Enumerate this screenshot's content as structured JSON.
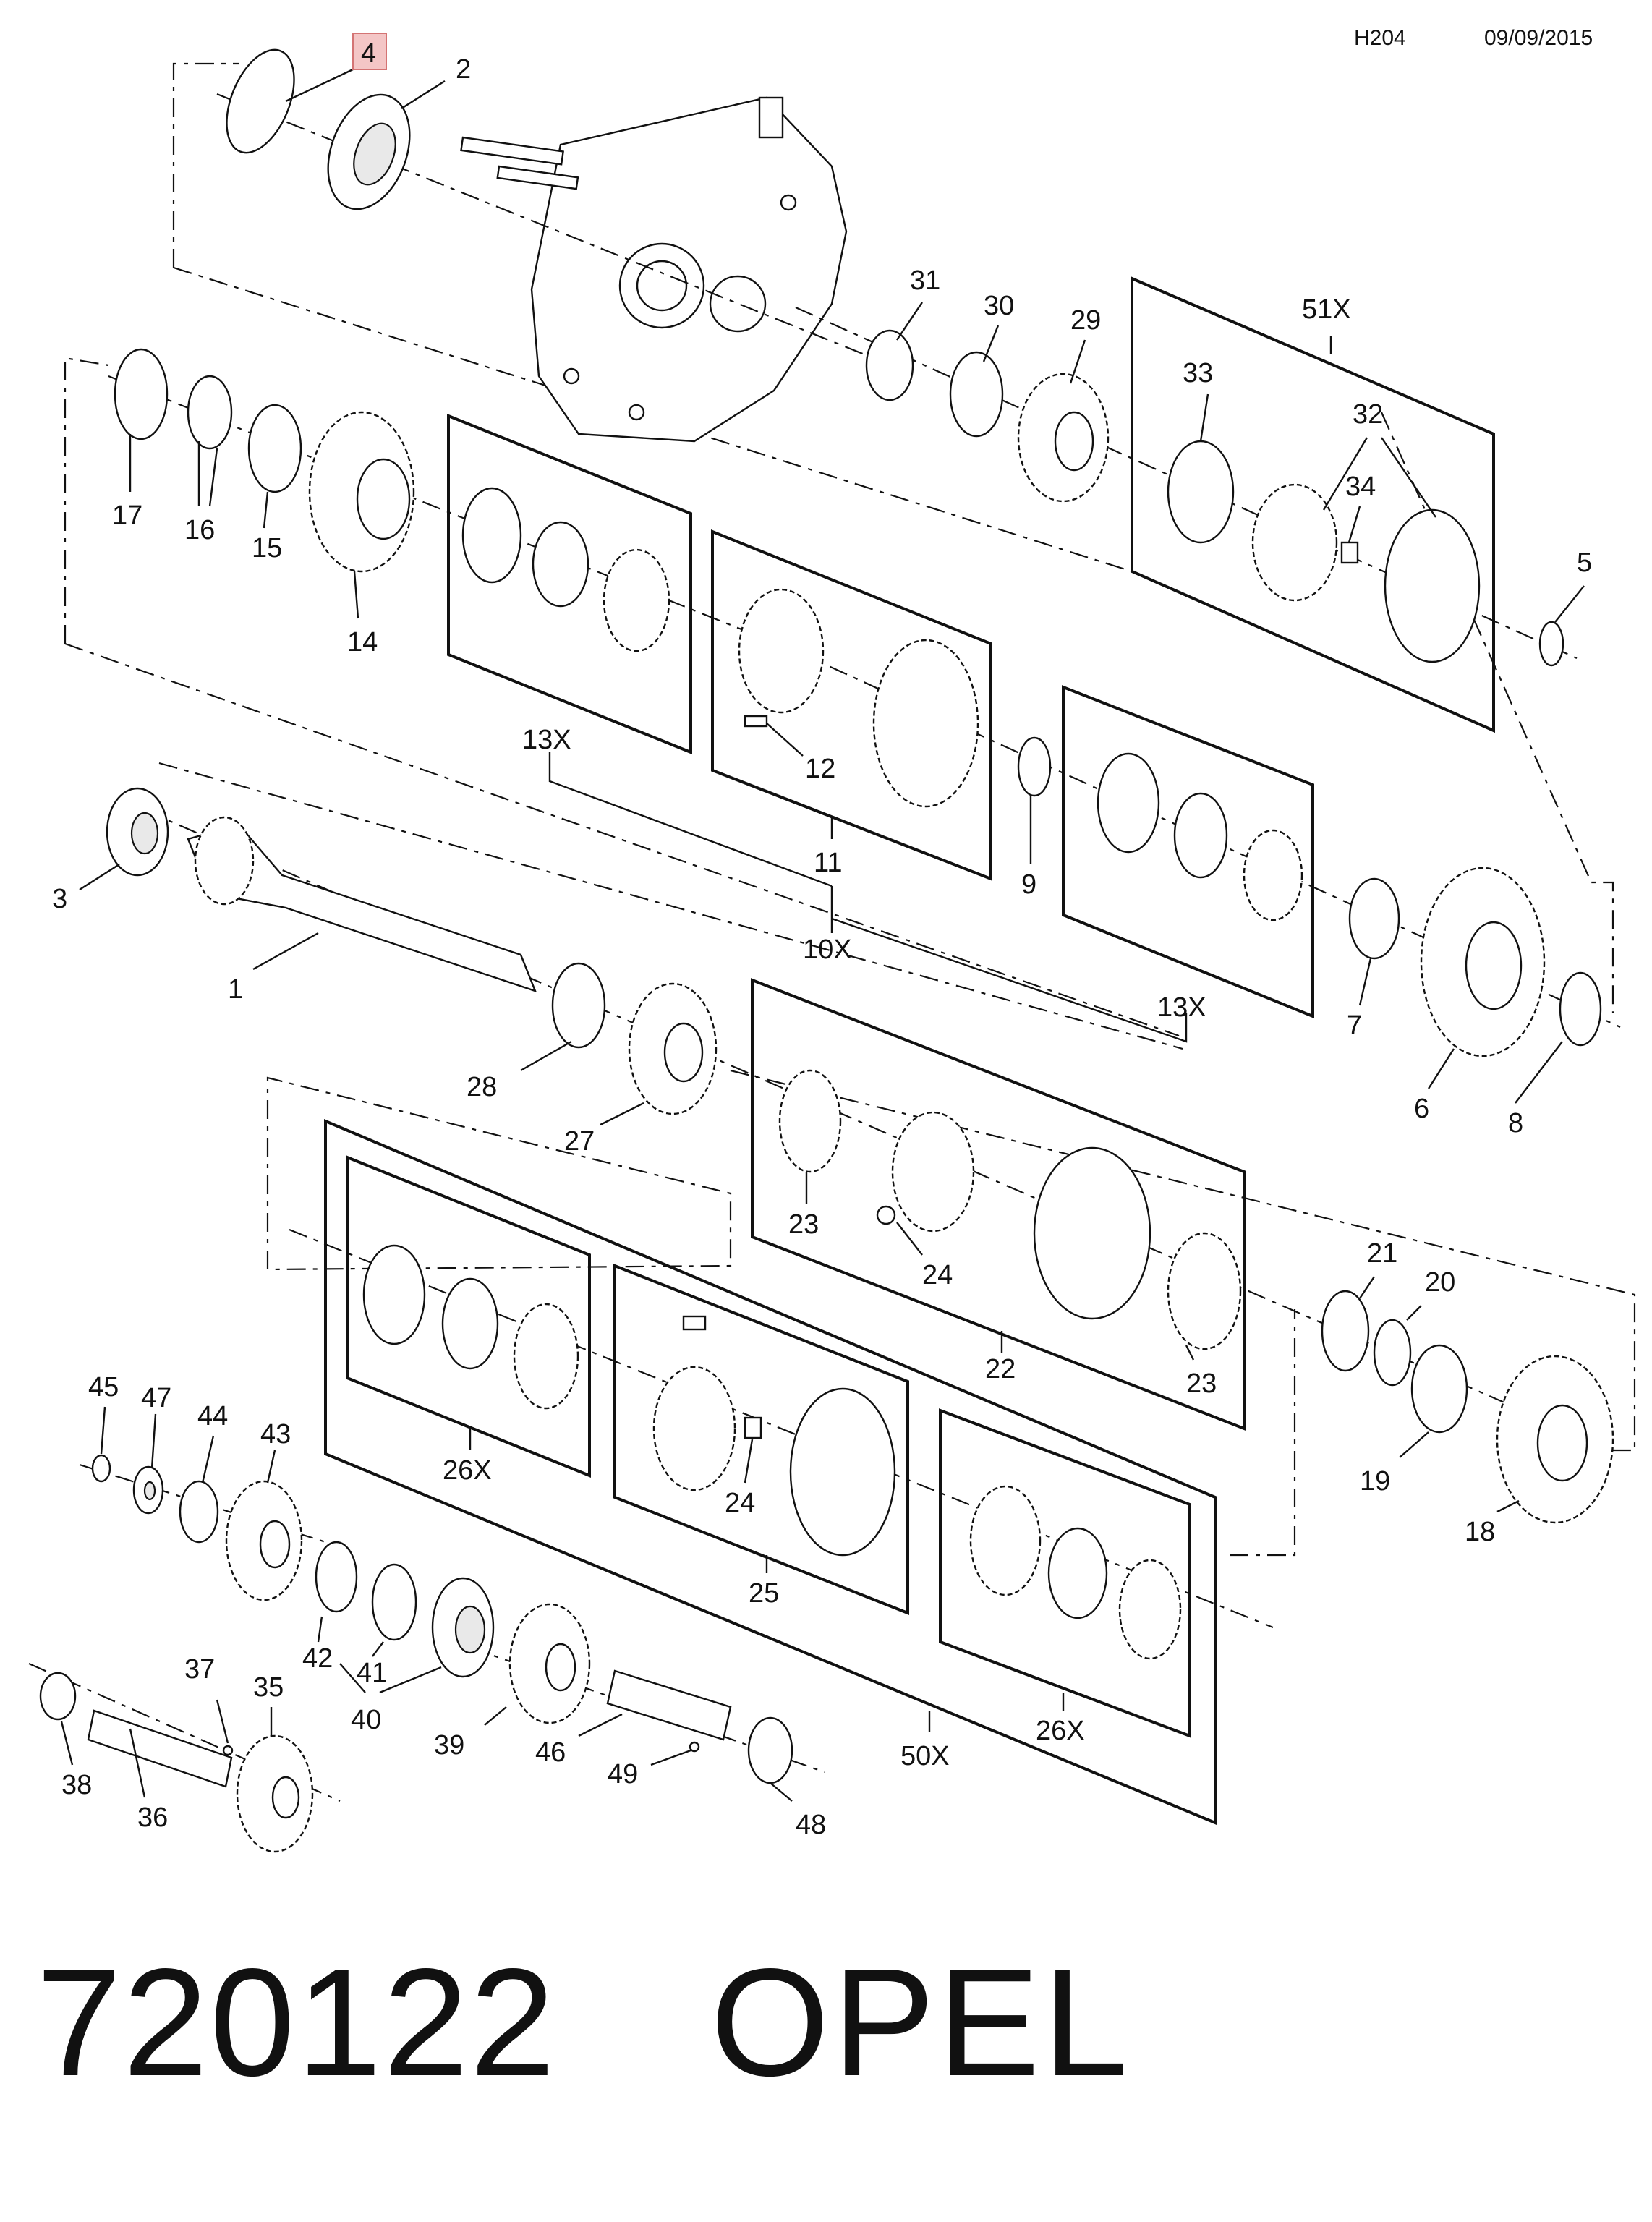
{
  "header": {
    "code": "H204",
    "date": "09/09/2015"
  },
  "footer": {
    "part_number": "720122",
    "brand": "OPEL"
  },
  "highlight_color": "#f4c6c6",
  "callouts": {
    "c1": "1",
    "c2": "2",
    "c3": "3",
    "c4": "4",
    "c5": "5",
    "c6": "6",
    "c7": "7",
    "c8": "8",
    "c9": "9",
    "c10x": "10X",
    "c11": "11",
    "c12": "12",
    "c13x_a": "13X",
    "c13x_b": "13X",
    "c14": "14",
    "c15": "15",
    "c16": "16",
    "c17": "17",
    "c18": "18",
    "c19": "19",
    "c20": "20",
    "c21": "21",
    "c22": "22",
    "c23_a": "23",
    "c23_b": "23",
    "c24_a": "24",
    "c24_b": "24",
    "c25": "25",
    "c26x_a": "26X",
    "c26x_b": "26X",
    "c27": "27",
    "c28": "28",
    "c29": "29",
    "c30": "30",
    "c31": "31",
    "c32": "32",
    "c33": "33",
    "c34": "34",
    "c35": "35",
    "c36": "36",
    "c37": "37",
    "c38": "38",
    "c39": "39",
    "c40": "40",
    "c41": "41",
    "c42": "42",
    "c43": "43",
    "c44": "44",
    "c45": "45",
    "c46": "46",
    "c47": "47",
    "c48": "48",
    "c49": "49",
    "c50x": "50X",
    "c51x": "51X"
  }
}
